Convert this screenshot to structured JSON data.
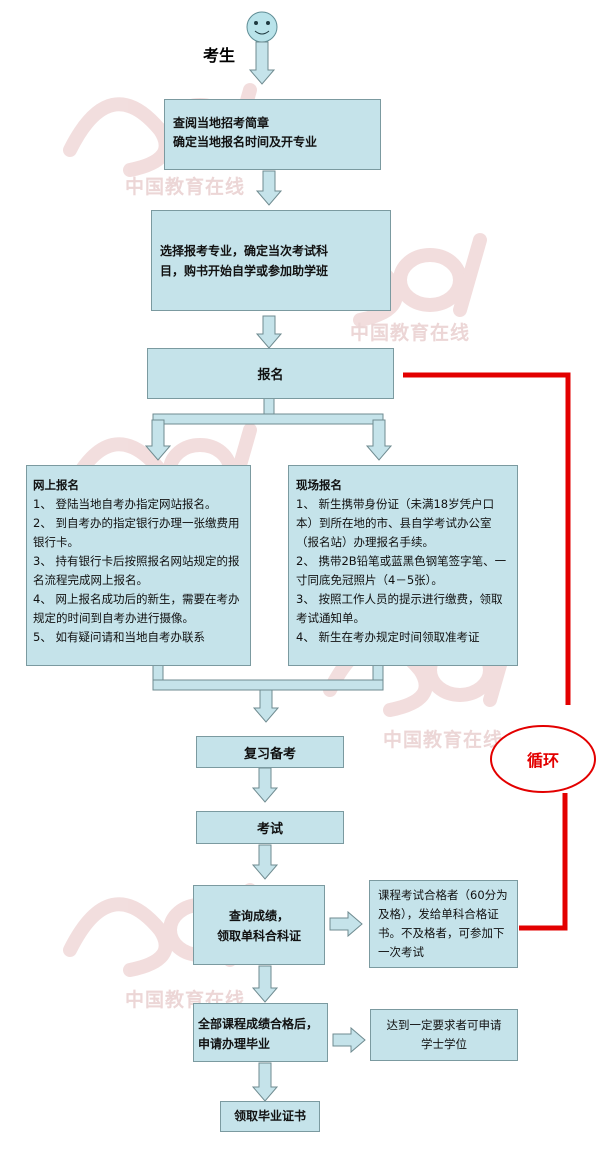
{
  "start_label": "考生",
  "watermark_text": "中国教育在线",
  "colors": {
    "box_fill": "#c5e3ea",
    "box_border": "#7b9aa0",
    "arrow_fill": "#c5e3ea",
    "loop_red": "#e30000"
  },
  "nodes": {
    "step1": {
      "lines": [
        "查阅当地招考简章",
        "确定当地报名时间及开专业"
      ]
    },
    "step2": {
      "lines": [
        "选择报考专业，确定当次考试科",
        "目，购书开始自学或参加助学班"
      ]
    },
    "register": {
      "label": "报名"
    },
    "online": {
      "title": "网上报名",
      "items": [
        "1、 登陆当地自考办指定网站报名。",
        "2、 到自考办的指定银行办理一张缴费用银行卡。",
        "3、 持有银行卡后按照报名网站规定的报名流程完成网上报名。",
        "4、 网上报名成功后的新生，需要在考办规定的时间到自考办进行摄像。",
        "5、 如有疑问请和当地自考办联系"
      ]
    },
    "onsite": {
      "title": "现场报名",
      "items": [
        "1、 新生携带身份证（未满18岁凭户口本）到所在地的市、县自学考试办公室（报名站）办理报名手续。",
        "2、 携带2B铅笔或蓝黑色钢笔签字笔、一寸同底免冠照片（4－5张）。",
        "3、 按照工作人员的提示进行缴费，领取考试通知单。",
        "4、 新生在考办规定时间领取准考证"
      ]
    },
    "review": {
      "label": "复习备考"
    },
    "exam": {
      "label": "考试"
    },
    "scores": {
      "lines": [
        "查询成绩，",
        "领取单科合科证"
      ]
    },
    "scores_note": {
      "text": "课程考试合格者（60分为及格），发给单科合格证书。不及格者，可参加下一次考试"
    },
    "graduate": {
      "lines": [
        "全部课程成绩合格后，",
        "申请办理毕业"
      ]
    },
    "graduate_note": {
      "text": "达到一定要求者可申请学士学位"
    },
    "certificate": {
      "label": "领取毕业证书"
    }
  },
  "loop_label": "循环"
}
